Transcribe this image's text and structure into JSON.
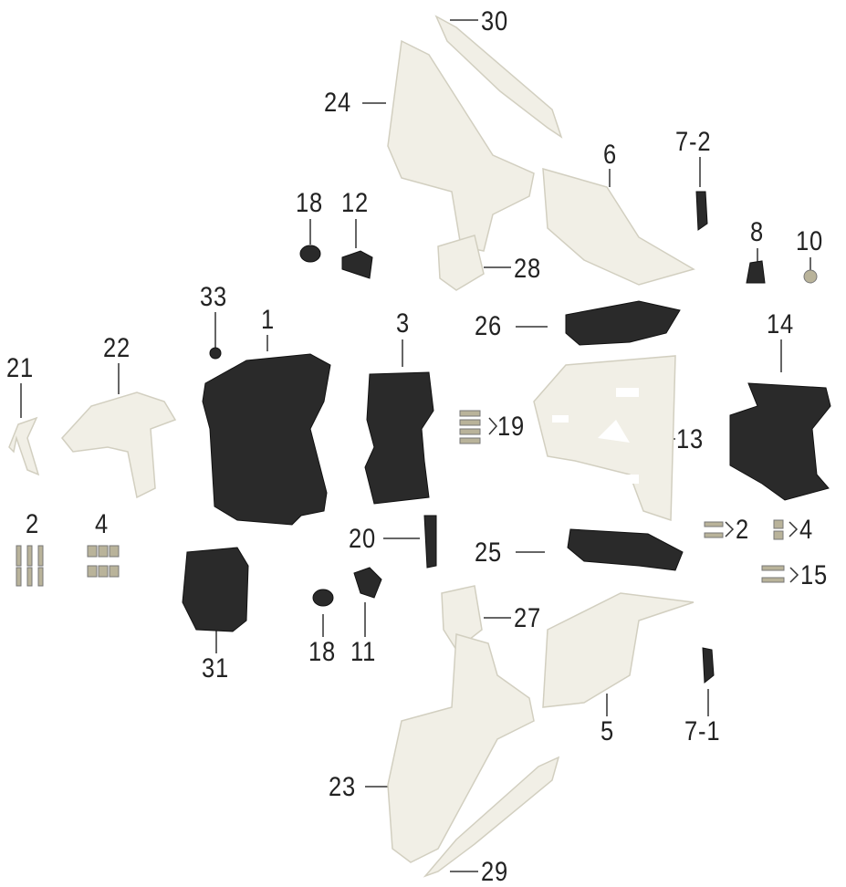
{
  "diagram": {
    "title": "",
    "callouts": {
      "p30": "30",
      "p24": "24",
      "p6": "6",
      "p7_2": "7-2",
      "p18a": "18",
      "p12": "12",
      "p8": "8",
      "p10": "10",
      "p28": "28",
      "p33": "33",
      "p1": "1",
      "p3": "3",
      "p26": "26",
      "p14": "14",
      "p21": "21",
      "p22": "22",
      "p19": "19",
      "p13": "13",
      "p2a": "2",
      "p4a": "4",
      "p20": "20",
      "p25": "25",
      "p2b": "2",
      "p4b": "4",
      "p15": "15",
      "p27": "27",
      "p18b": "18",
      "p11": "11",
      "p31": "31",
      "p5": "5",
      "p7_1": "7-1",
      "p23": "23",
      "p29": "29"
    },
    "colors": {
      "white_part": "#f1efe6",
      "shadow": "#d9d6c8",
      "black_part": "#2a2a2a",
      "metal": "#b9b39a"
    }
  }
}
